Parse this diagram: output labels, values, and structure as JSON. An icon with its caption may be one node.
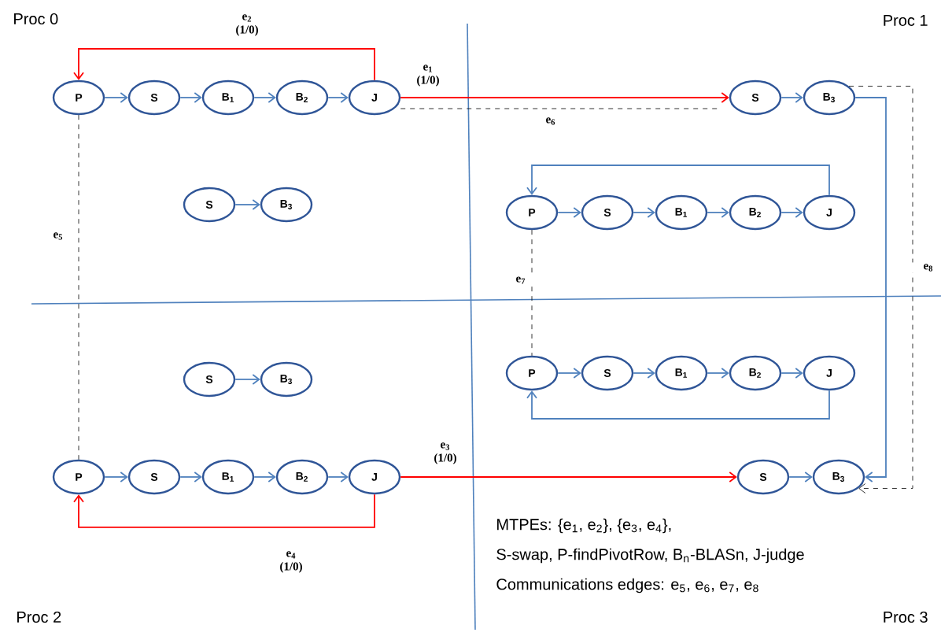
{
  "diagram": {
    "nodes": [
      {
        "text": [
          "P"
        ]
      },
      {
        "text": [
          "S"
        ]
      },
      {
        "text": [
          "B$_{1}$"
        ]
      },
      {
        "text": [
          "B$_{2}$"
        ]
      },
      {
        "text": [
          "J"
        ]
      },
      {
        "text": [
          "S"
        ]
      },
      {
        "text": [
          "B$_{3}$"
        ]
      },
      {
        "text": [
          "S"
        ]
      },
      {
        "text": [
          "B$_{3}$"
        ]
      },
      {
        "text": [
          "P"
        ]
      },
      {
        "text": [
          "S"
        ]
      },
      {
        "text": [
          "B$_{1}$"
        ]
      },
      {
        "text": [
          "B$_{2}$"
        ]
      },
      {
        "text": [
          "J"
        ]
      },
      {
        "text": [
          "S"
        ]
      },
      {
        "text": [
          "B$_{3}$"
        ]
      },
      {
        "text": [
          "P"
        ]
      },
      {
        "text": [
          "S"
        ]
      },
      {
        "text": [
          "B$_{1}$"
        ]
      },
      {
        "text": [
          "B$_{2}$"
        ]
      },
      {
        "text": [
          "J"
        ]
      },
      {
        "text": [
          "P"
        ]
      },
      {
        "text": [
          "S"
        ]
      },
      {
        "text": [
          "B$_{1}$"
        ]
      },
      {
        "text": [
          "B$_{2}$"
        ]
      },
      {
        "text": [
          "J"
        ]
      },
      {
        "text": [
          "S"
        ]
      },
      {
        "text": [
          "B$_{3}$"
        ]
      }
    ],
    "edges": [
      {
        "from": 0,
        "to": 1,
        "arrow": "to"
      },
      {
        "from": 1,
        "to": 2,
        "arrow": "to"
      },
      {
        "from": 2,
        "to": 3,
        "arrow": "to"
      },
      {
        "from": 3,
        "to": 4,
        "arrow": "to"
      },
      {
        "from": 4,
        "to": 0,
        "arrow": "to",
        "label": "e$_{2}$ (1/0)",
        "color": "#ff0000"
      },
      {
        "from": 4,
        "to": 7,
        "arrow": "to",
        "label": "e$_{1}$ (1/0)",
        "color": "#ff0000"
      },
      {
        "from": 4,
        "to": 7,
        "arrow": "none",
        "label": "e$_{6}$",
        "style": "dashed",
        "color": "#000000"
      },
      {
        "from": 5,
        "to": 6,
        "arrow": "to"
      },
      {
        "from": 7,
        "to": 8,
        "arrow": "to"
      },
      {
        "from": 8,
        "to": 27,
        "arrow": "to"
      },
      {
        "from": 8,
        "to": 27,
        "arrow": "to",
        "label": "e$_{8}$",
        "style": "dashed",
        "color": "#000000"
      },
      {
        "from": 9,
        "to": 10,
        "arrow": "to"
      },
      {
        "from": 10,
        "to": 11,
        "arrow": "to"
      },
      {
        "from": 11,
        "to": 12,
        "arrow": "to"
      },
      {
        "from": 12,
        "to": 13,
        "arrow": "to"
      },
      {
        "from": 13,
        "to": 9,
        "arrow": "to"
      },
      {
        "from": 9,
        "to": 16,
        "arrow": "none",
        "label": "e$_{7}$",
        "style": "dashed",
        "color": "#000000"
      },
      {
        "from": 16,
        "to": 17,
        "arrow": "to"
      },
      {
        "from": 17,
        "to": 18,
        "arrow": "to"
      },
      {
        "from": 18,
        "to": 19,
        "arrow": "to"
      },
      {
        "from": 19,
        "to": 20,
        "arrow": "to"
      },
      {
        "from": 20,
        "to": 16,
        "arrow": "to"
      },
      {
        "from": 14,
        "to": 15,
        "arrow": "to"
      },
      {
        "from": 21,
        "to": 22,
        "arrow": "to"
      },
      {
        "from": 22,
        "to": 23,
        "arrow": "to"
      },
      {
        "from": 23,
        "to": 24,
        "arrow": "to"
      },
      {
        "from": 24,
        "to": 25,
        "arrow": "to"
      },
      {
        "from": 25,
        "to": 21,
        "arrow": "to",
        "label": "e$_{4}$ (1/0)",
        "color": "#ff0000"
      },
      {
        "from": 25,
        "to": 26,
        "arrow": "to",
        "label": "e$_{3}$ (1/0)",
        "color": "#ff0000"
      },
      {
        "from": 0,
        "to": 21,
        "arrow": "none",
        "label": "e$_{5}$",
        "style": "dashed",
        "color": "#000000"
      },
      {
        "from": 26,
        "to": 27,
        "arrow": "to"
      }
    ],
    "labels": [
      "Proc 0",
      "Proc 1",
      "MTPEs: {e$_{1}$, e$_{2}$}, {e$_{3}$, e$_{4}$},",
      "S-swap, P-findPivotRow, B$_{n}$-BLASn, J-judge",
      "Communications edges:  e$_{5}$, e$_{6}$, e$_{7}$, e$_{8}$",
      "Proc 2",
      "Proc 3"
    ]
  }
}
